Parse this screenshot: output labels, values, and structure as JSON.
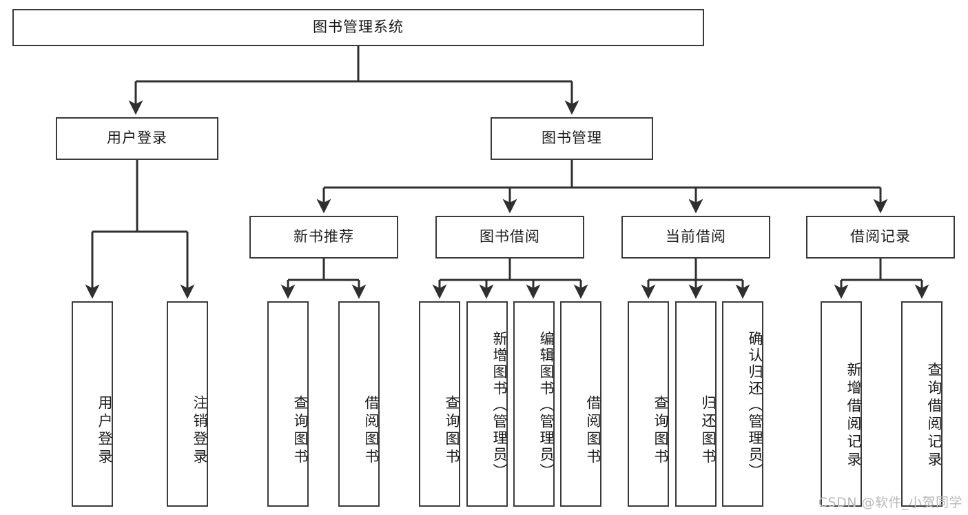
{
  "diagram": {
    "type": "tree-hierarchy",
    "title": "图书管理系统",
    "orientation": "top-down",
    "colors": {
      "box_border": "#3a3a3a",
      "box_fill": "#ffffff",
      "edge": "#2f2f2f",
      "text": "#1a1a1a",
      "watermark": "#b9b9b9",
      "background": "#ffffff"
    },
    "root": {
      "label": "图书管理系统"
    },
    "level1": [
      {
        "label": "用户登录"
      },
      {
        "label": "图书管理"
      }
    ],
    "level2": [
      {
        "label": "新书推荐"
      },
      {
        "label": "图书借阅"
      },
      {
        "label": "当前借阅"
      },
      {
        "label": "借阅记录"
      }
    ],
    "leaves": {
      "user_login": [
        {
          "label": "用户登录"
        },
        {
          "label": "注销登录"
        }
      ],
      "new_book_recommend": [
        {
          "label": "查询图书"
        },
        {
          "label": "借阅图书"
        }
      ],
      "book_borrow": [
        {
          "label": "查询图书"
        },
        {
          "label": "新增图书（管理员）"
        },
        {
          "label": "编辑图书（管理员）"
        },
        {
          "label": "借阅图书"
        }
      ],
      "current_borrow": [
        {
          "label": "查询图书"
        },
        {
          "label": "归还图书"
        },
        {
          "label": "确认归还（管理员）"
        }
      ],
      "borrow_record": [
        {
          "label": "新增借阅记录"
        },
        {
          "label": "查询借阅记录"
        }
      ]
    }
  },
  "watermark": {
    "text": "CSDN @软件_小贺同学"
  }
}
